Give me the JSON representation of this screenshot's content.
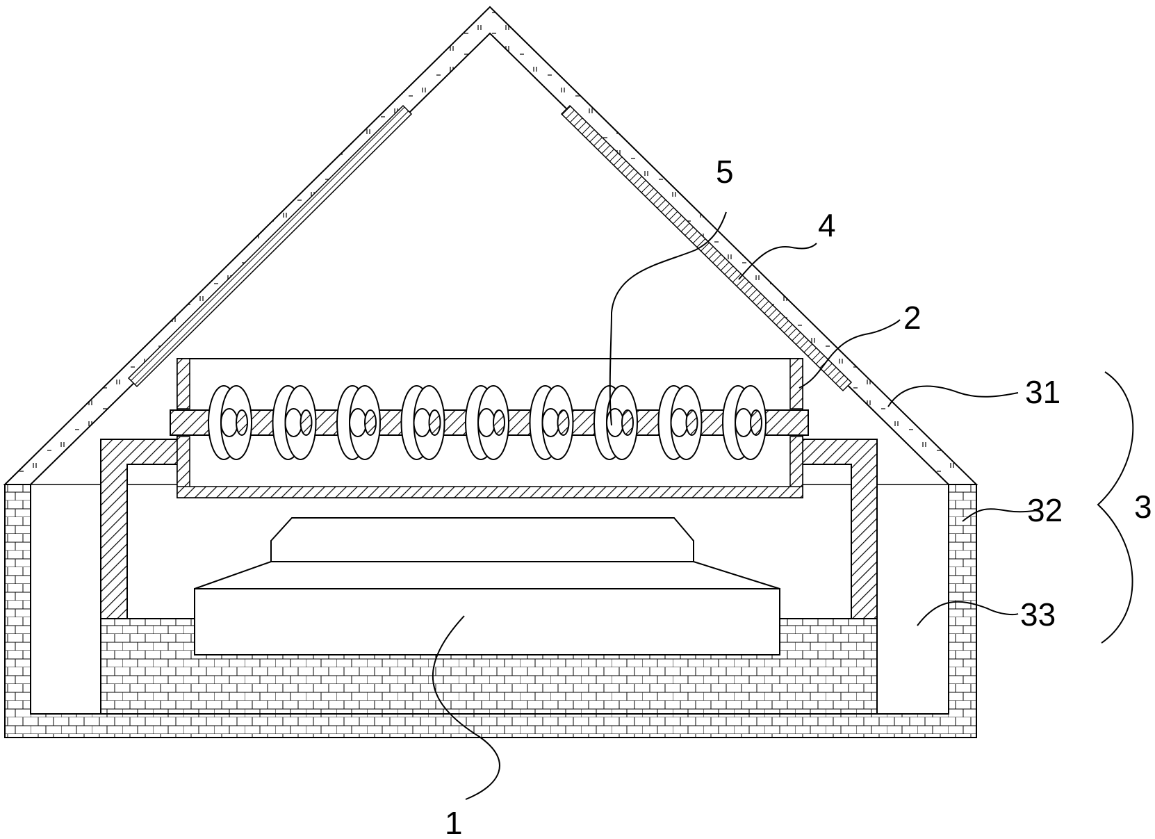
{
  "figure": {
    "labels": {
      "l1": "1",
      "l2": "2",
      "l3": "3",
      "l4": "4",
      "l5": "5",
      "l31": "31",
      "l32": "32",
      "l33": "33"
    },
    "colors": {
      "stroke": "#000000",
      "background": "#ffffff"
    },
    "roller_count": 9
  }
}
